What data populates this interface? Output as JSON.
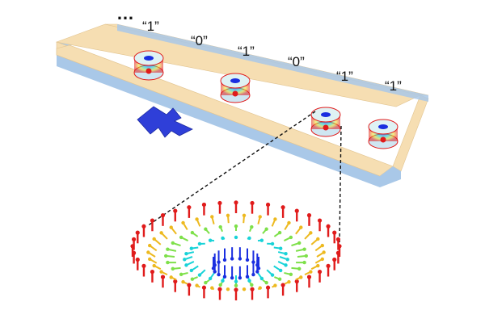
{
  "ellipsis": "…",
  "bit_labels": [
    "“1”",
    "“0”",
    "“1”",
    "“0”",
    "“1”",
    "“1”"
  ],
  "colors": {
    "track_top": "#f6deb2",
    "track_side": "#a9c8e8",
    "arrow": "#2f3fd8",
    "skyrmion_outer": "#e01b1b",
    "skyrmion_mid": "#f0e020",
    "skyrmion_inner": "#19d3d8",
    "skyrmion_core": "#1a2ee0"
  }
}
